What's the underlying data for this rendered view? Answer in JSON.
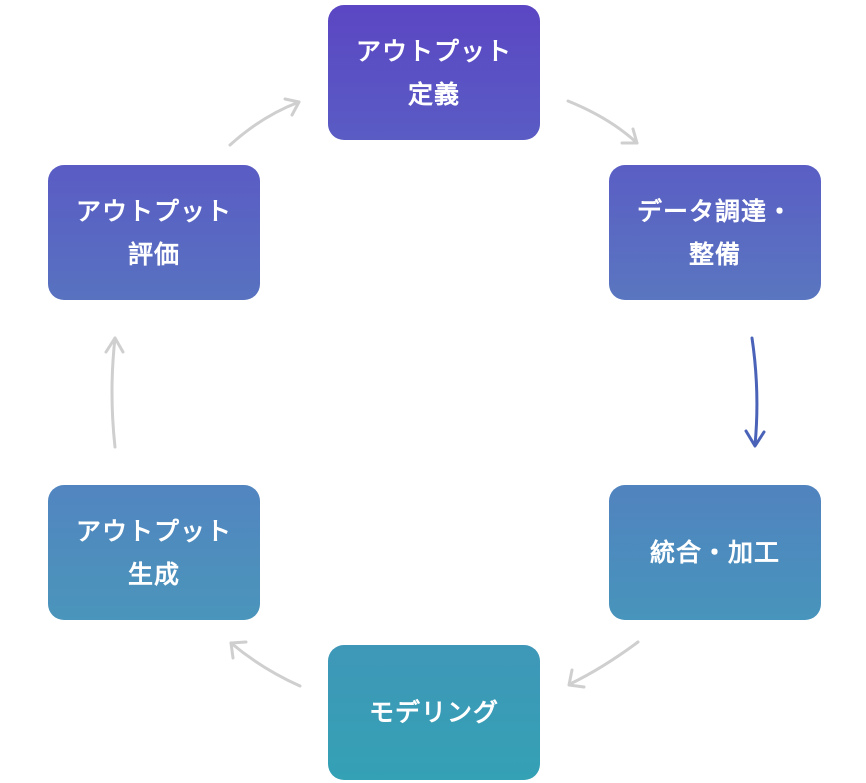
{
  "diagram": {
    "nodes": [
      {
        "id": "output-definition",
        "label": "アウトプット\n定義"
      },
      {
        "id": "data-procurement",
        "label": "データ調達・\n整備"
      },
      {
        "id": "integration-processing",
        "label": "統合・加工"
      },
      {
        "id": "modeling",
        "label": "モデリング"
      },
      {
        "id": "output-generation",
        "label": "アウトプット\n生成"
      },
      {
        "id": "output-evaluation",
        "label": "アウトプット\n評価"
      }
    ],
    "arrows": [
      {
        "from": "output-definition",
        "to": "data-procurement",
        "highlighted": false
      },
      {
        "from": "data-procurement",
        "to": "integration-processing",
        "highlighted": true
      },
      {
        "from": "integration-processing",
        "to": "modeling",
        "highlighted": false
      },
      {
        "from": "modeling",
        "to": "output-generation",
        "highlighted": false
      },
      {
        "from": "output-generation",
        "to": "output-evaluation",
        "highlighted": false
      },
      {
        "from": "output-evaluation",
        "to": "output-definition",
        "highlighted": false
      }
    ]
  },
  "colors": {
    "arrow_default": "#cfcfcf",
    "arrow_highlight": "#4a63b8",
    "node_text": "#ffffff"
  }
}
